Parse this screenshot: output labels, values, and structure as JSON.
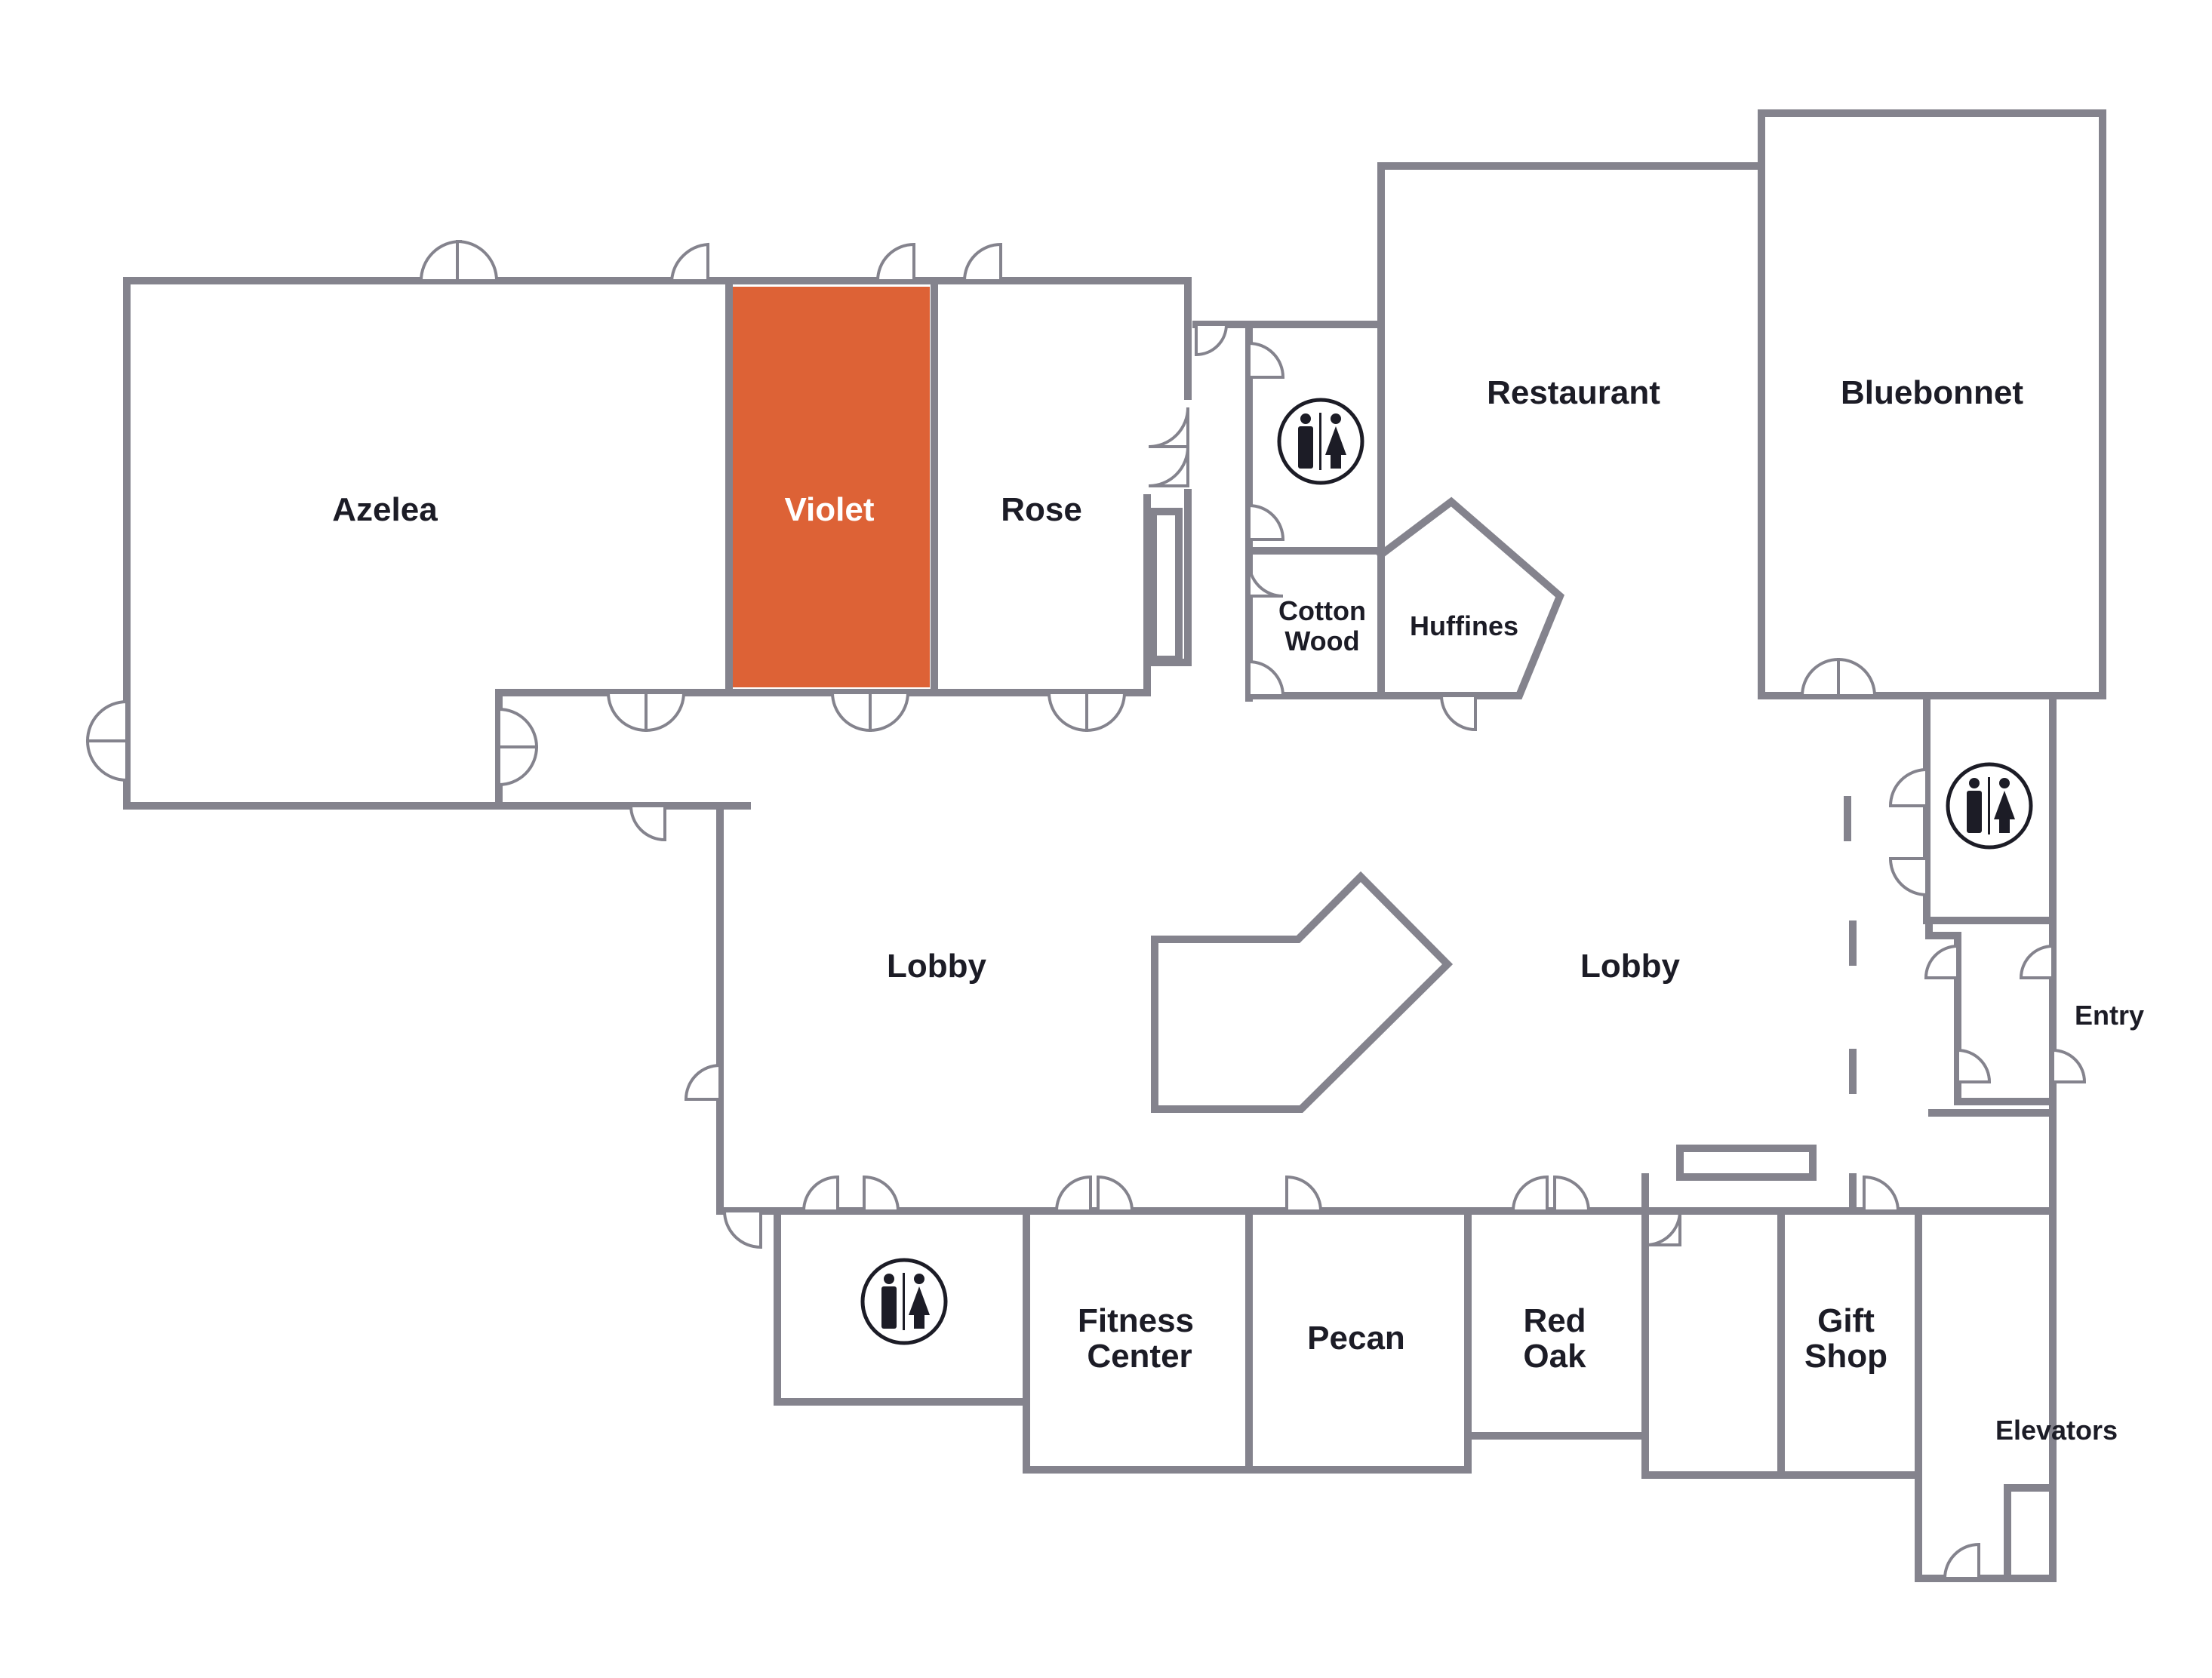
{
  "map": {
    "highlight_color": "#dd6236",
    "wall_color": "#84838d",
    "text_color": "#1c1c26",
    "rooms": {
      "azelea": "Azelea",
      "violet": "Violet",
      "rose": "Rose",
      "restaurant": "Restaurant",
      "bluebonnet": "Bluebonnet",
      "cotton_wood": [
        "Cotton",
        "Wood"
      ],
      "huffines": "Huffines",
      "lobby_west": "Lobby",
      "lobby_east": "Lobby",
      "entry": "Entry",
      "fitness_center": [
        "Fitness",
        "Center"
      ],
      "pecan": "Pecan",
      "red_oak": [
        "Red",
        "Oak"
      ],
      "gift_shop": [
        "Gift",
        "Shop"
      ],
      "elevators": "Elevators"
    },
    "restroom_icons": [
      "restroom-icon",
      "restroom-icon",
      "restroom-icon"
    ]
  }
}
